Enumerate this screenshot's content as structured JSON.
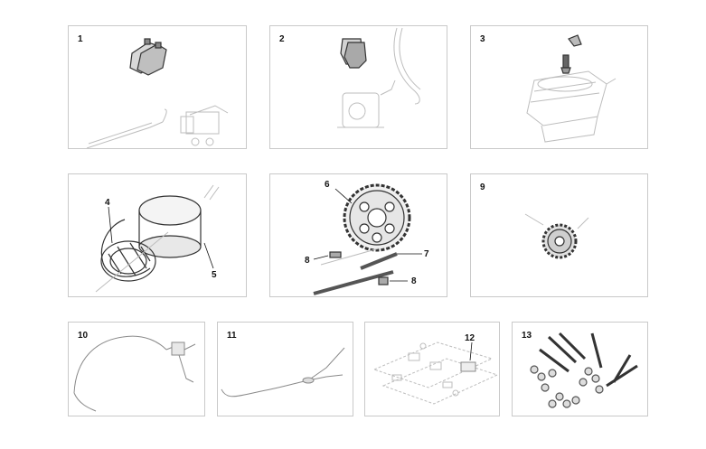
{
  "panels": [
    {
      "number": "1"
    },
    {
      "number": "2"
    },
    {
      "number": "3"
    },
    {
      "number": "4",
      "callouts": [
        "4",
        "5"
      ]
    },
    {
      "number": "6",
      "callouts": [
        "6",
        "7",
        "8",
        "8"
      ]
    },
    {
      "number": "9"
    },
    {
      "number": "10"
    },
    {
      "number": "11"
    },
    {
      "number": "12"
    },
    {
      "number": "13"
    }
  ]
}
